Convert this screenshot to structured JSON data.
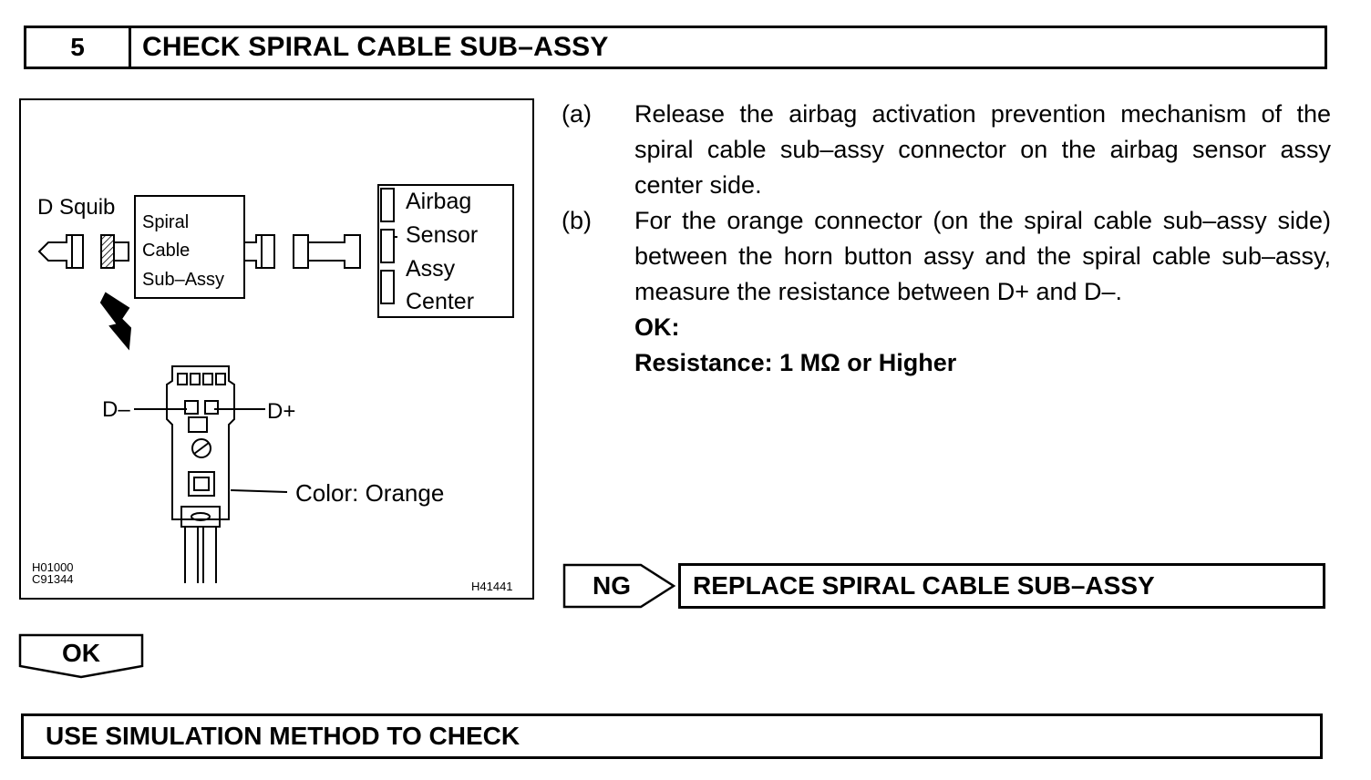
{
  "header": {
    "step_number": "5",
    "title": "CHECK SPIRAL CABLE SUB–ASSY"
  },
  "figure": {
    "d_squib_label": "D Squib",
    "spiral_box_lines": [
      "Spiral",
      "Cable",
      "Sub–Assy"
    ],
    "airbag_box_lines": [
      "Airbag",
      "Sensor",
      "Assy",
      "Center"
    ],
    "d_minus_label": "D–",
    "d_plus_label": "D+",
    "color_label": "Color: Orange",
    "ref_codes": [
      "H01000",
      "C91344"
    ],
    "figure_id": "H41441"
  },
  "instructions": {
    "steps": [
      {
        "label": "(a)",
        "text": "Release the airbag activation prevention mechanism of the spiral cable sub–assy connector on the airbag sensor assy center side."
      },
      {
        "label": "(b)",
        "text": "For the orange connector (on the spiral cable sub–assy side) between the horn button assy and the spiral cable sub–assy, measure the resistance between D+ and D–."
      }
    ],
    "ok_label": "OK:",
    "spec": "Resistance: 1 MΩ or Higher"
  },
  "ng": {
    "tag": "NG",
    "action": "REPLACE SPIRAL CABLE SUB–ASSY"
  },
  "ok": {
    "tag": "OK"
  },
  "result": {
    "action": "USE SIMULATION METHOD TO CHECK"
  }
}
